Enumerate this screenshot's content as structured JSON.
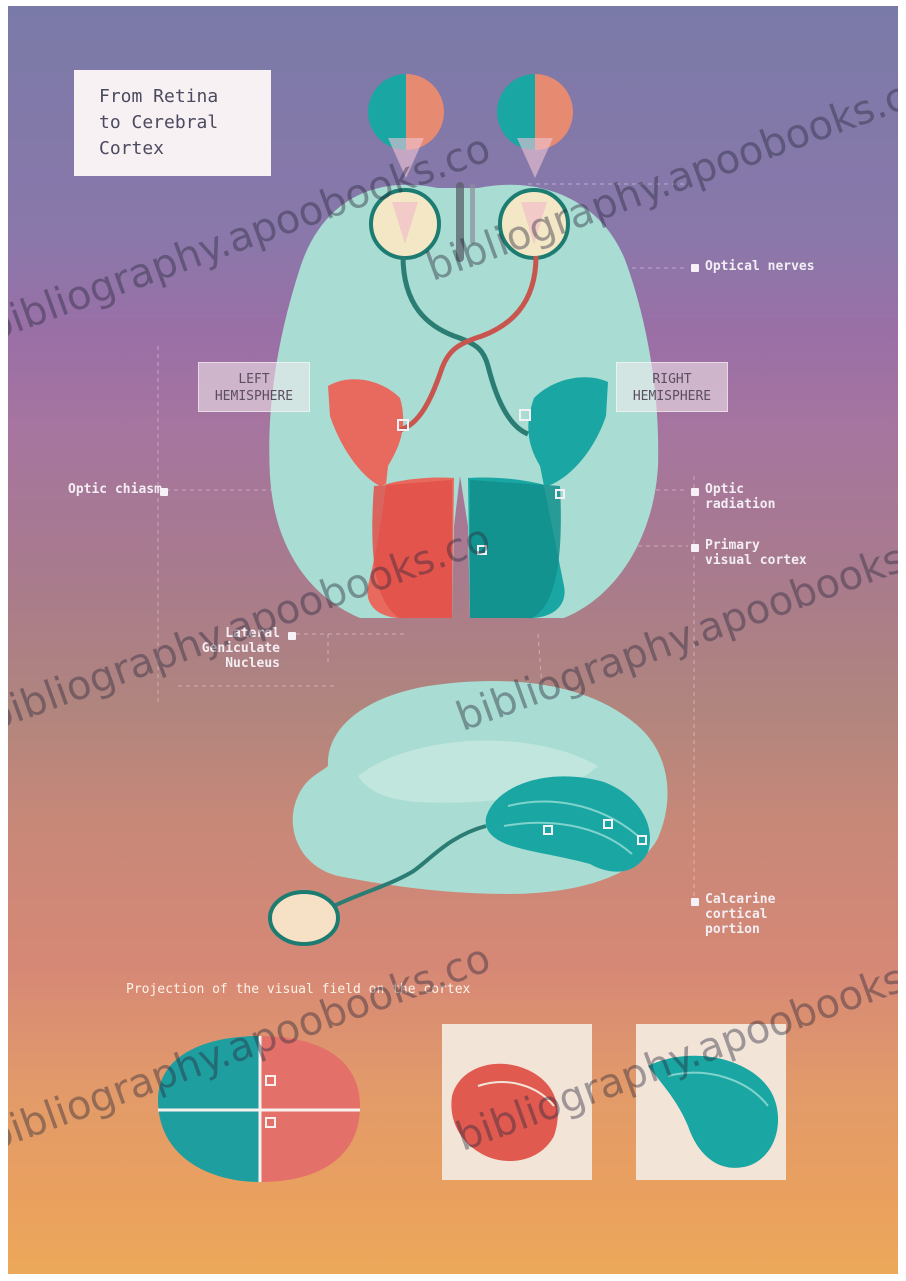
{
  "title": {
    "line1": "From Retina",
    "line2": "to Cerebral",
    "line3": "Cortex"
  },
  "hemispheres": {
    "left": {
      "line1": "LEFT",
      "line2": "HEMISPHERE"
    },
    "right": {
      "line1": "RIGHT",
      "line2": "HEMISPHERE"
    }
  },
  "labels": {
    "optical_nerves": "Optical nerves",
    "optic_chiasm": "Optic chiasm",
    "optic_radiation_line1": "Optic",
    "optic_radiation_line2": "radiation",
    "primary_visual_line1": "Primary",
    "primary_visual_line2": "visual cortex",
    "lgn_line1": "Lateral",
    "lgn_line2": "Geniculate",
    "lgn_line3": "Nucleus",
    "calcarine_line1": "Calcarine",
    "calcarine_line2": "cortical",
    "calcarine_line3": "portion"
  },
  "projection_title": "Projection of the visual field on the cortex",
  "watermark": "bibliography.apoobooks.co",
  "colors": {
    "cyan": "#1aa6a3",
    "coral": "#e85d56",
    "brain": "#a9dcd2",
    "panel": "#f6d3b0"
  }
}
